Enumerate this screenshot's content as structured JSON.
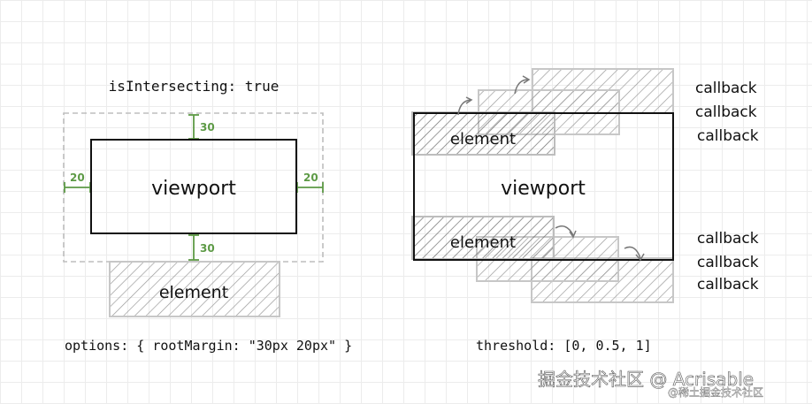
{
  "left": {
    "title": "isIntersecting: true",
    "viewport_label": "viewport",
    "element_label": "element",
    "margin_top": "30",
    "margin_bottom": "30",
    "margin_left": "20",
    "margin_right": "20",
    "options_text": "options: { rootMargin: \"30px 20px\" }"
  },
  "right": {
    "viewport_label": "viewport",
    "element_top_label": "element",
    "element_bottom_label": "element",
    "callbacks_top": [
      "callback",
      "callback",
      "callback"
    ],
    "callbacks_bottom": [
      "callback",
      "callback",
      "callback"
    ],
    "threshold_text": "threshold: [0, 0.5, 1]"
  },
  "watermark": {
    "main": "掘金技术社区 @ Acrisable",
    "sub": "@稀土掘金技术社区"
  },
  "colors": {
    "accent_green": "#5d9a46",
    "hatch_gray": "#9a9a9a",
    "dashed_gray": "#bdbdbd"
  }
}
